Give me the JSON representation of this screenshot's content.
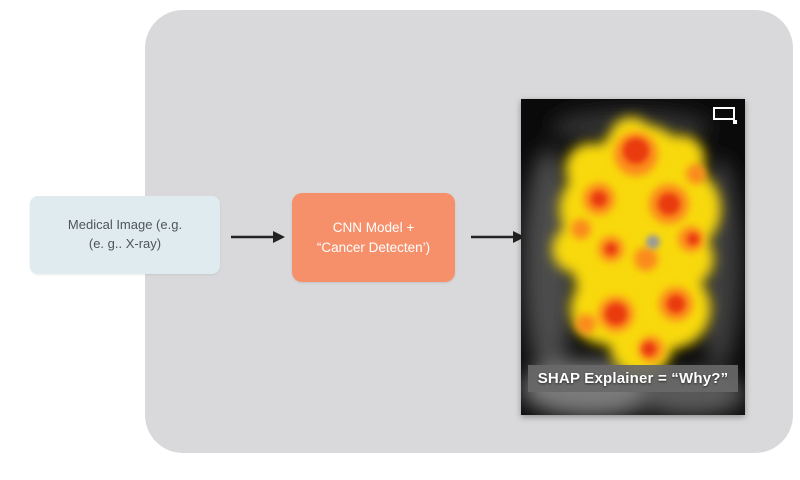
{
  "flow": {
    "input_box": {
      "line1": "Medical Image (e.g.",
      "line2": "(e. g..  X-ray)"
    },
    "model_box": {
      "line1": "CNN Model +",
      "line2": "“Cancer Detecten’)"
    },
    "explainer_caption": "SHAP Explainer = “Why?”"
  },
  "icons": {
    "fullscreen_icon": "rectangle-outline",
    "arrow_icon": "right-arrow"
  },
  "colors": {
    "canvas_bg": "#d9d9db",
    "input_box_bg": "#e0ebf0",
    "model_box_bg": "#f5906b",
    "frame_bg": "#0a0a0a",
    "caption_bg": "#686868",
    "heat_yellow": "#f8d908",
    "heat_orange": "#fb8a1e",
    "heat_red": "#e93a0c",
    "arrow": "#222222"
  }
}
